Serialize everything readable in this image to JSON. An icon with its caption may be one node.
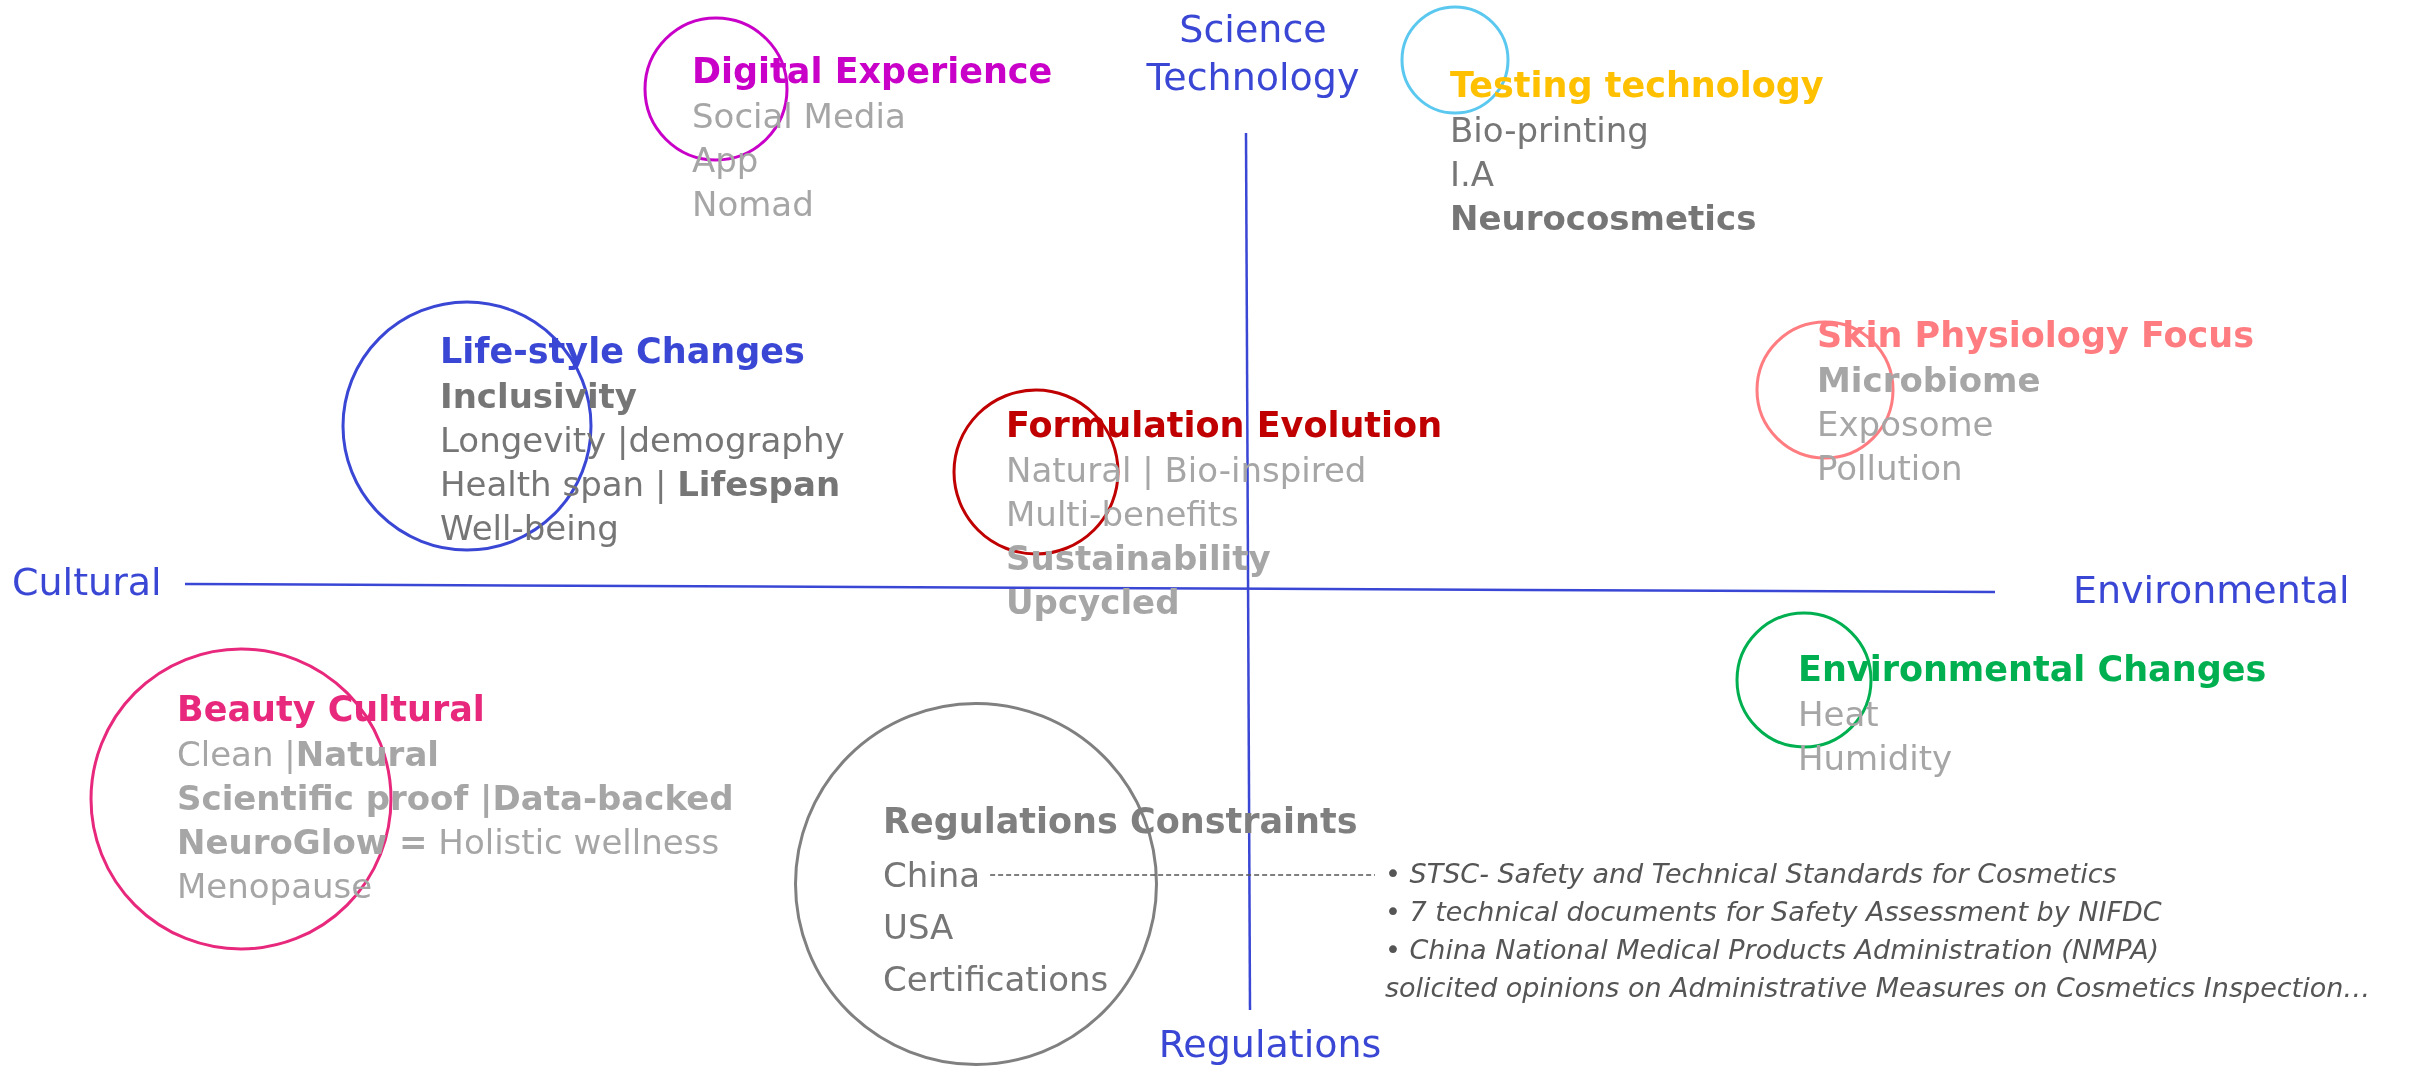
{
  "diagram": {
    "nodes": [
      {
        "text": [
          "Digital Experience",
          "Social Media",
          "App",
          "Nomad"
        ]
      },
      {
        "text": [
          "Testing technology",
          "Bio-printing",
          "I.A",
          "Neurocosmetics"
        ]
      },
      {
        "text": [
          "Life-style Changes",
          "Inclusivity",
          "Longevity |demography",
          "Health span | **Lifespan**",
          "Well-being"
        ]
      },
      {
        "text": [
          "Skin Physiology Focus",
          "Microbiome",
          "Exposome",
          "Pollution"
        ]
      },
      {
        "text": [
          "Formulation Evolution",
          "Natural | Bio-inspired",
          "Multi-benefits",
          "Sustainability",
          "Upcycled"
        ]
      },
      {
        "text": [
          "Environmental Changes",
          "Heat",
          "Humidity"
        ]
      },
      {
        "text": [
          "Beauty Cultural",
          "Clean |**Natural**",
          "Scientific proof |Data-backed",
          "**NeuroGlow =** Holistic wellness",
          "Menopause"
        ]
      },
      {
        "text": [
          "Regulations Constraints"
        ]
      },
      {
        "text": [
          "China"
        ],
        "in": 7
      },
      {
        "text": [
          "USA"
        ],
        "in": 7
      },
      {
        "text": [
          "Certifications"
        ],
        "in": 7
      },
      {
        "text": [
          "• STSC- Safety and Technical Standards for Cosmetics",
          "• 7 technical documents for Safety Assessment by NIFDC",
          "• China National Medical Products Administration (NMPA)",
          "solicited opinions on Administrative Measures on Cosmetics Inspection…"
        ]
      }
    ],
    "edges": [
      {
        "from": 8,
        "to": 11,
        "arrow": "none",
        "style": "dashed"
      }
    ],
    "labels": [
      "Science Technology",
      "Cultural",
      "Environmental",
      "Regulations"
    ]
  }
}
